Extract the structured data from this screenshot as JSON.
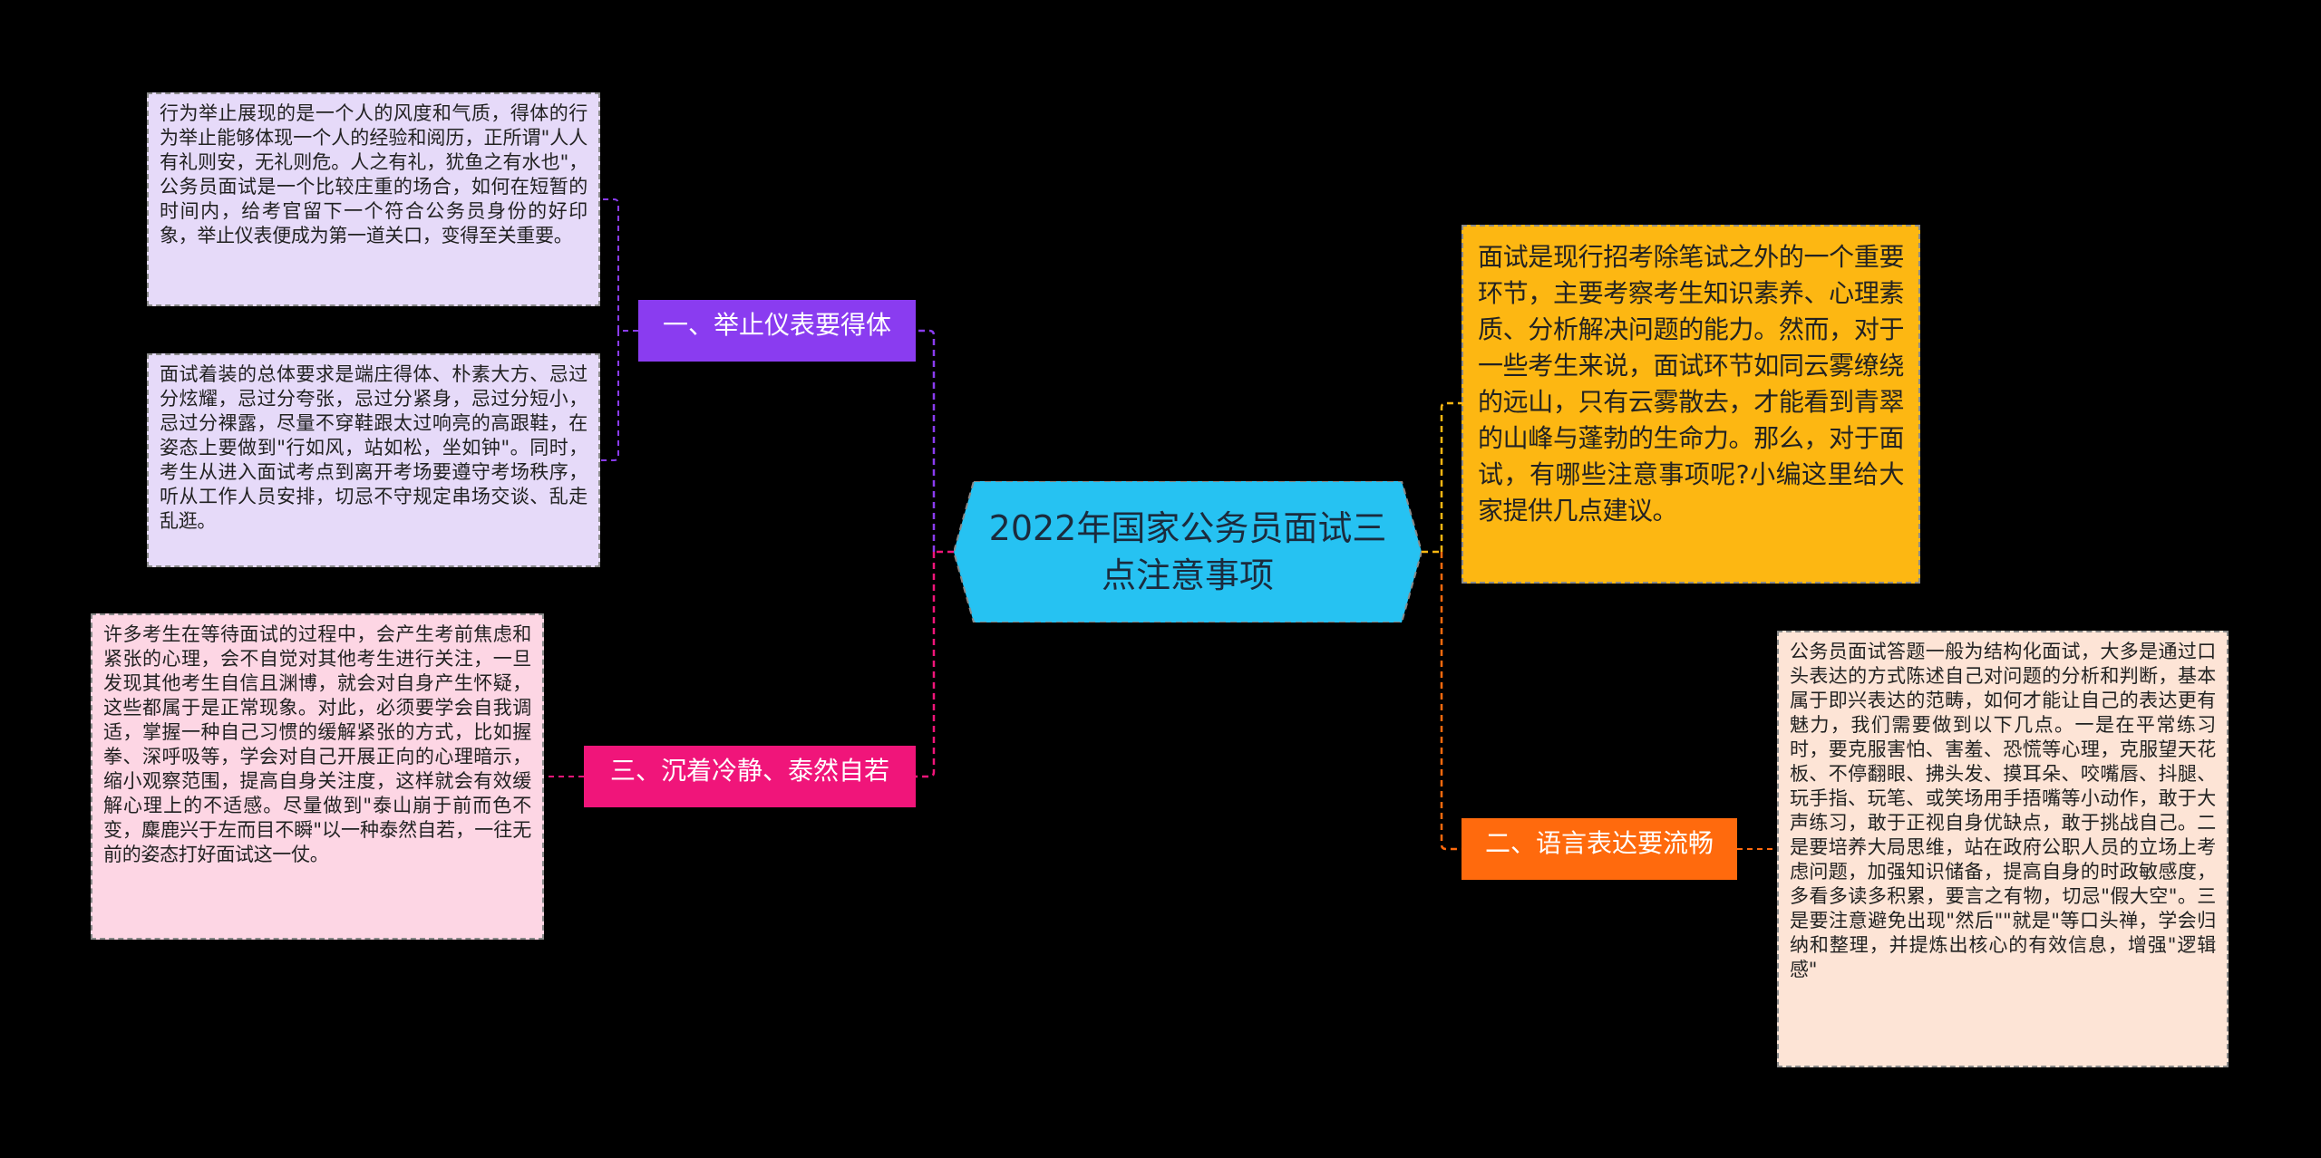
{
  "colors": {
    "background": "#000000",
    "center": "#26c2f2",
    "branch1": "#8a3cf0",
    "branch1_note": "#e6daf9",
    "branch2": "#ff6a0d",
    "branch2_note": "#fde4d6",
    "branch3": "#f0157a",
    "branch3_note": "#fdd6e4",
    "intro_note": "#fdb712"
  },
  "center": {
    "title": "2022年国家公务员面试三点注意事项"
  },
  "intro": {
    "text": "面试是现行招考除笔试之外的一个重要环节，主要考察考生知识素养、心理素质、分析解决问题的能力。然而，对于一些考生来说，面试环节如同云雾缭绕的远山，只有云雾散去，才能看到青翠的山峰与蓬勃的生命力。那么，对于面试，有哪些注意事项呢?小编这里给大家提供几点建议。"
  },
  "branches": [
    {
      "label": "一、举止仪表要得体",
      "notes": [
        "行为举止展现的是一个人的风度和气质，得体的行为举止能够体现一个人的经验和阅历，正所谓\"人人有礼则安，无礼则危。人之有礼，犹鱼之有水也\"，公务员面试是一个比较庄重的场合，如何在短暂的时间内，给考官留下一个符合公务员身份的好印象，举止仪表便成为第一道关口，变得至关重要。",
        "面试着装的总体要求是端庄得体、朴素大方、忌过分炫耀，忌过分夸张，忌过分紧身，忌过分短小，忌过分裸露，尽量不穿鞋跟太过响亮的高跟鞋，在姿态上要做到\"行如风，站如松，坐如钟\"。同时，考生从进入面试考点到离开考场要遵守考场秩序，听从工作人员安排，切忌不守规定串场交谈、乱走乱逛。"
      ]
    },
    {
      "label": "二、语言表达要流畅",
      "notes": [
        "公务员面试答题一般为结构化面试，大多是通过口头表达的方式陈述自己对问题的分析和判断，基本属于即兴表达的范畴，如何才能让自己的表达更有魅力，我们需要做到以下几点。一是在平常练习时，要克服害怕、害羞、恐慌等心理，克服望天花板、不停翻眼、拂头发、摸耳朵、咬嘴唇、抖腿、玩手指、玩笔、或笑场用手捂嘴等小动作，敢于大声练习，敢于正视自身优缺点，敢于挑战自己。二是要培养大局思维，站在政府公职人员的立场上考虑问题，加强知识储备，提高自身的时政敏感度，多看多读多积累，要言之有物，切忌\"假大空\"。三是要注意避免出现\"然后\"\"就是\"等口头禅，学会归纳和整理，并提炼出核心的有效信息，增强\"逻辑感\""
      ]
    },
    {
      "label": "三、沉着冷静、泰然自若",
      "notes": [
        "许多考生在等待面试的过程中，会产生考前焦虑和紧张的心理，会不自觉对其他考生进行关注，一旦发现其他考生自信且渊博，就会对自身产生怀疑，这些都属于是正常现象。对此，必须要学会自我调适，掌握一种自己习惯的缓解紧张的方式，比如握拳、深呼吸等，学会对自己开展正向的心理暗示，缩小观察范围，提高自身关注度，这样就会有效缓解心理上的不适感。尽量做到\"泰山崩于前而色不变，麋鹿兴于左而目不瞬\"以一种泰然自若，一往无前的姿态打好面试这一仗。"
      ]
    }
  ]
}
